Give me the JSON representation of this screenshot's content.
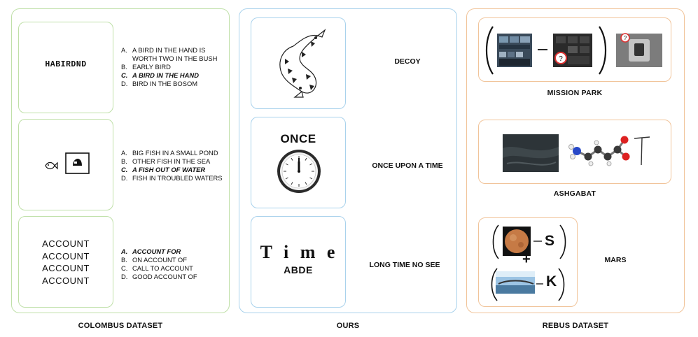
{
  "captions": {
    "left": "COLOMBUS DATASET",
    "middle": "OURS",
    "right": "REBUS DATASET"
  },
  "colombus": [
    {
      "puzzle_text": "HABIRDND",
      "options": [
        {
          "letter": "A.",
          "text": "A BIRD IN THE HAND IS WORTH TWO IN THE BUSH",
          "correct": false
        },
        {
          "letter": "B.",
          "text": "EARLY BIRD",
          "correct": false
        },
        {
          "letter": "C.",
          "text": "A BIRD IN THE HAND",
          "correct": true
        },
        {
          "letter": "D.",
          "text": "BIRD IN THE BOSOM",
          "correct": false
        }
      ]
    },
    {
      "puzzle_text": "",
      "options": [
        {
          "letter": "A.",
          "text": "BIG FISH IN A SMALL POND",
          "correct": false
        },
        {
          "letter": "B.",
          "text": "OTHER FISH IN THE SEA",
          "correct": false
        },
        {
          "letter": "C.",
          "text": "A FISH OUT OF WATER",
          "correct": true
        },
        {
          "letter": "D.",
          "text": "FISH IN TROUBLED WATERS",
          "correct": false
        }
      ]
    },
    {
      "puzzle_lines": [
        "ACCOUNT",
        "ACCOUNT",
        "ACCOUNT",
        "ACCOUNT"
      ],
      "options": [
        {
          "letter": "A.",
          "text": "ACCOUNT FOR",
          "correct": true
        },
        {
          "letter": "B.",
          "text": "ON ACCOUNT OF",
          "correct": false
        },
        {
          "letter": "C.",
          "text": "CALL TO ACCOUNT",
          "correct": false
        },
        {
          "letter": "D.",
          "text": "GOOD ACCOUNT OF",
          "correct": false
        }
      ]
    }
  ],
  "ours": [
    {
      "answer": "DECOY"
    },
    {
      "puzzle_word": "ONCE",
      "answer": "ONCE UPON A TIME"
    },
    {
      "puzzle_word": "T i m e",
      "puzzle_sub": "ABDE",
      "answer": "LONG TIME NO SEE"
    }
  ],
  "rebus": [
    {
      "answer": "MISSION PARK",
      "minus": "–"
    },
    {
      "answer": "ASHGABAT"
    },
    {
      "answer": "MARS",
      "letter1": "S",
      "plus": "+",
      "letter2": "K"
    }
  ]
}
